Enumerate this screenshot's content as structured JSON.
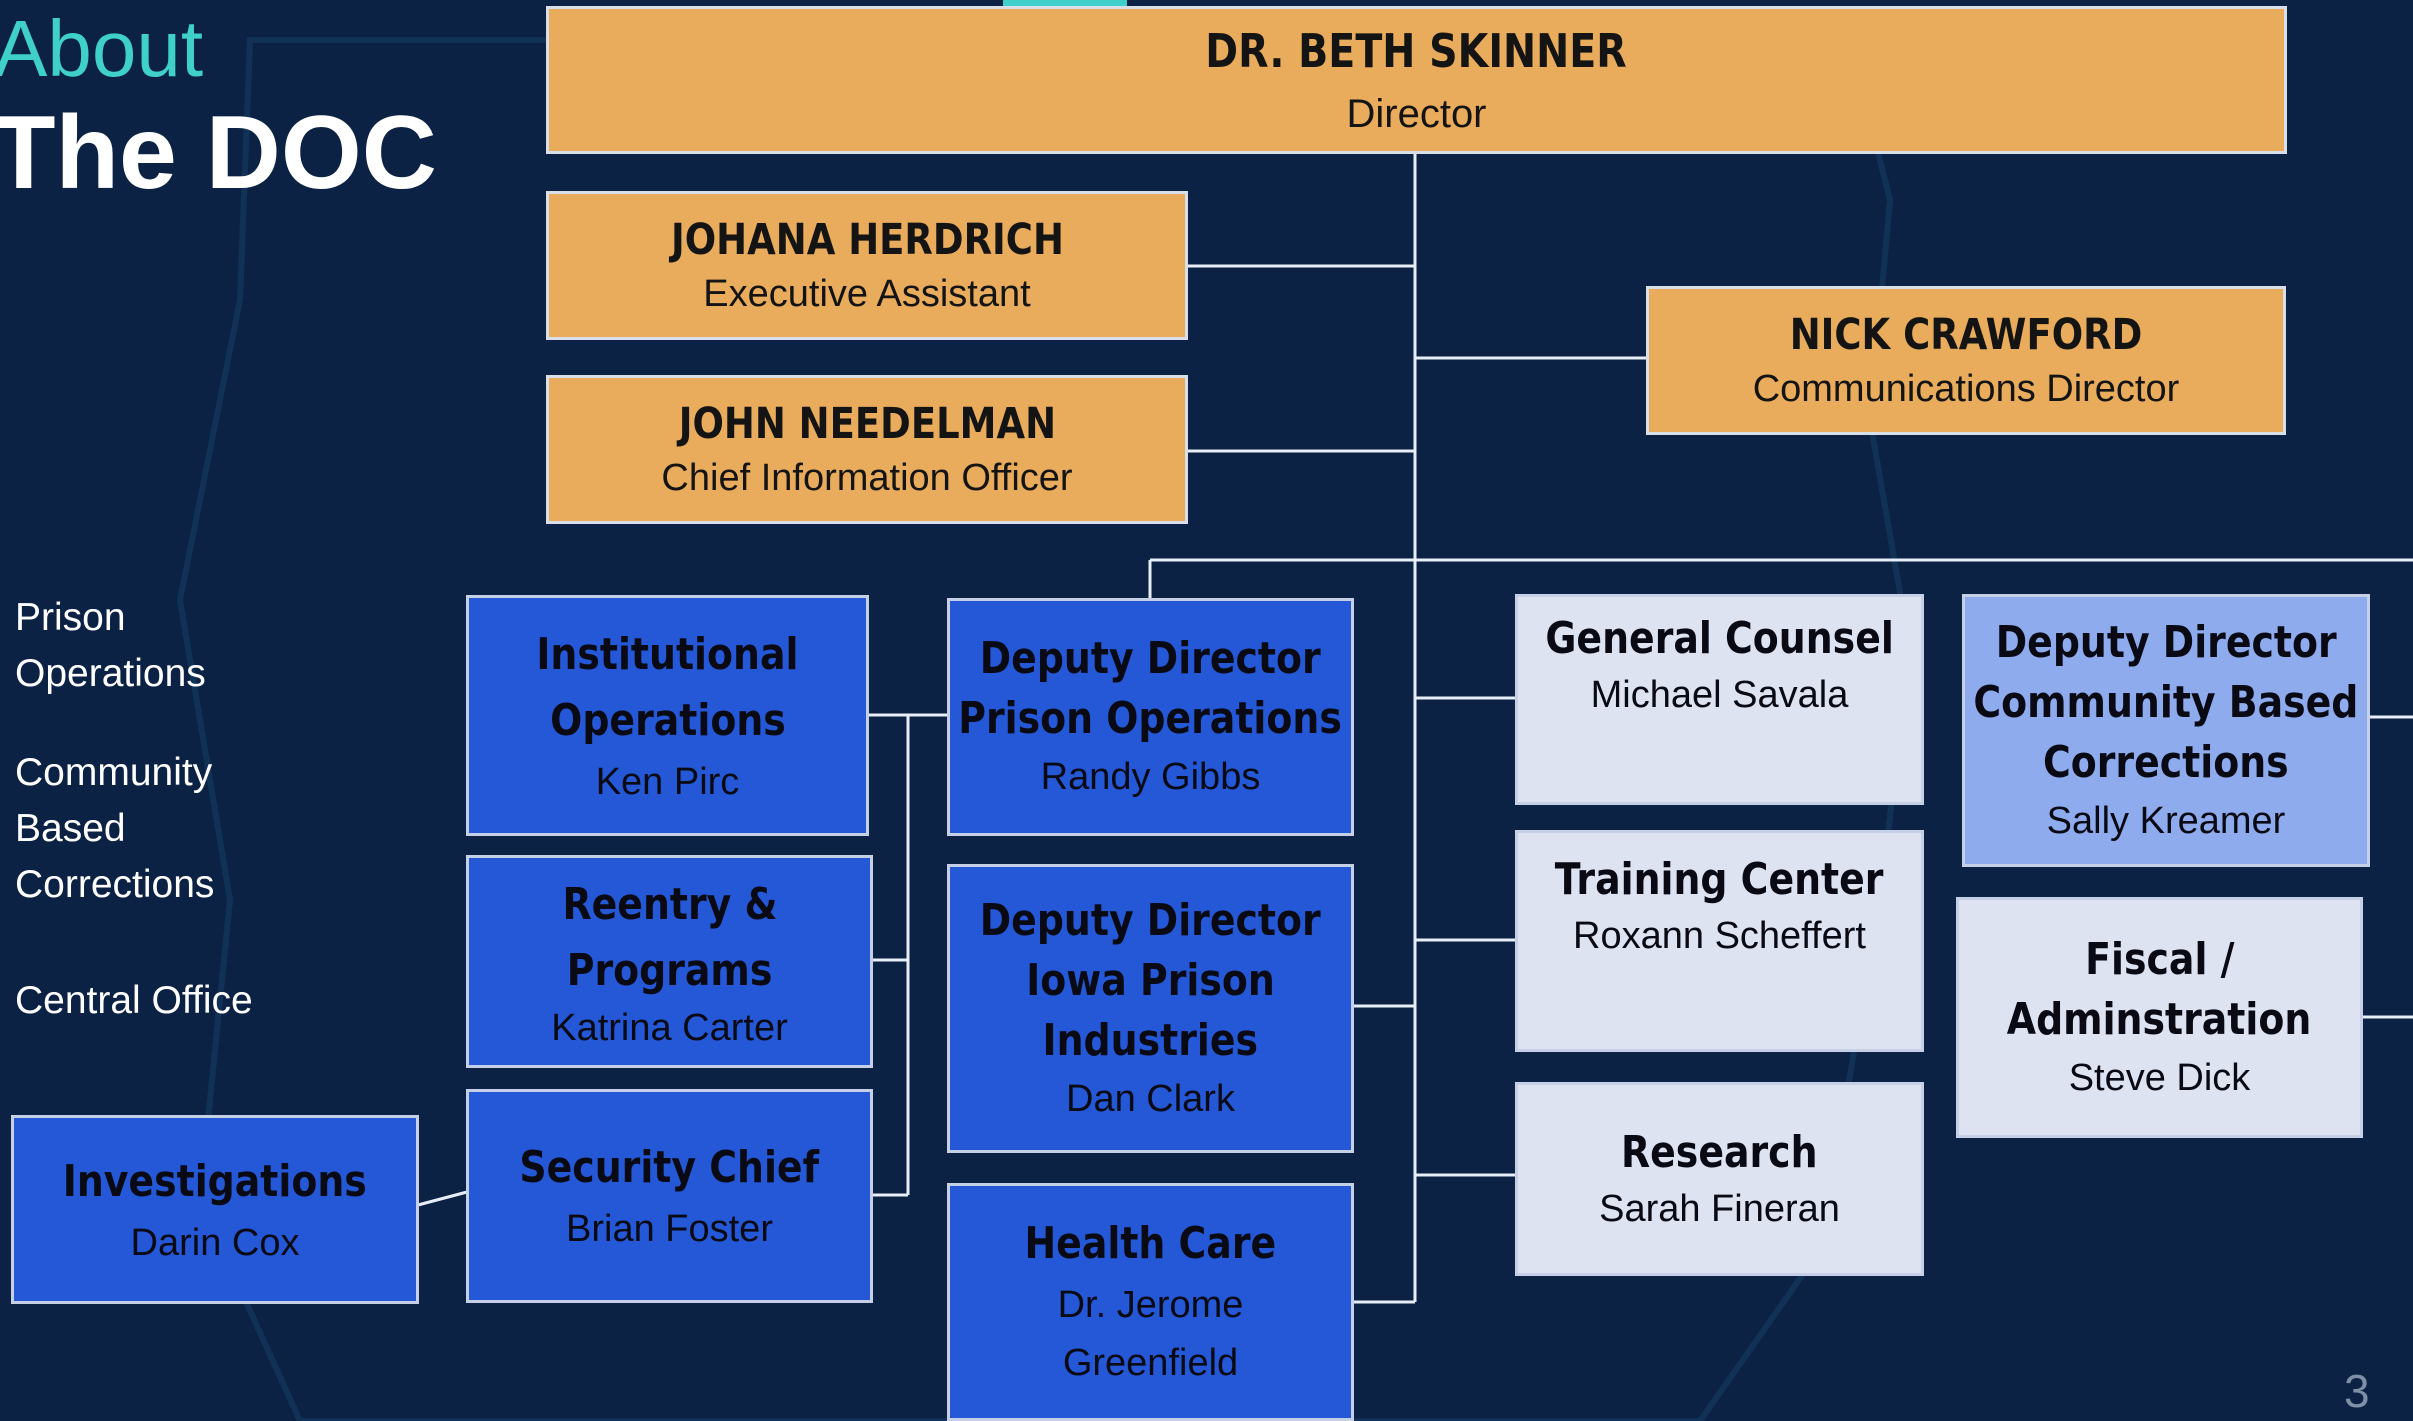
{
  "header": {
    "about": "About",
    "title": "The DOC"
  },
  "page_number": "3",
  "sidebar": {
    "prison_operations": [
      "Prison",
      "Operations"
    ],
    "community_based_corrections": [
      "Community",
      "Based",
      "Corrections"
    ],
    "central_office": "Central Office"
  },
  "director": {
    "name": "DR. BETH SKINNER",
    "title": "Director"
  },
  "executive_assistant": {
    "name": "JOHANA HERDRICH",
    "title": "Executive Assistant"
  },
  "cio": {
    "name": "JOHN NEEDELMAN",
    "title": "Chief Information Officer"
  },
  "communications": {
    "name": "NICK CRAWFORD",
    "title": "Communications Director"
  },
  "institutional_operations": {
    "title": [
      "Institutional",
      "Operations"
    ],
    "name": "Ken Pirc"
  },
  "reentry_programs": {
    "title": [
      "Reentry &",
      "Programs"
    ],
    "name": "Katrina Carter"
  },
  "security_chief": {
    "title": "Security Chief",
    "name": "Brian Foster"
  },
  "investigations": {
    "title": "Investigations",
    "name": "Darin Cox"
  },
  "dd_prison_operations": {
    "title": [
      "Deputy Director",
      "Prison Operations"
    ],
    "name": "Randy Gibbs"
  },
  "dd_iowa_prison_industries": {
    "title": [
      "Deputy Director",
      "Iowa Prison",
      "Industries"
    ],
    "name": "Dan Clark"
  },
  "health_care": {
    "title": "Health Care",
    "name": [
      "Dr. Jerome",
      "Greenfield"
    ]
  },
  "general_counsel": {
    "title": "General Counsel",
    "name": "Michael Savala"
  },
  "training_center": {
    "title": "Training Center",
    "name": "Roxann Scheffert"
  },
  "research": {
    "title": "Research",
    "name": "Sarah Fineran"
  },
  "dd_community_based": {
    "title": [
      "Deputy Director",
      "Community Based",
      "Corrections"
    ],
    "name": "Sally Kreamer"
  },
  "fiscal": {
    "title": [
      "Fiscal /",
      "Adminstration"
    ],
    "name": "Steve Dick"
  },
  "colors": {
    "background": "#0b2245",
    "leadership": "#e8ac5c",
    "prison_operations": "#2458d6",
    "community_based": "#8eabee",
    "central_office": "#dde3f1",
    "accent": "#3fd0c9"
  }
}
